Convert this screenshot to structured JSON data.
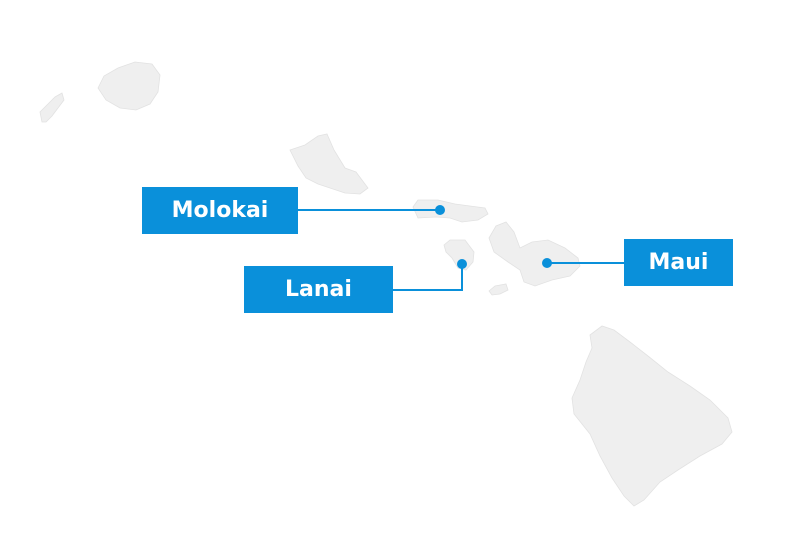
{
  "map": {
    "land_color": "#efefef",
    "accent_color": "#0a90da",
    "labels": [
      {
        "id": "molokai",
        "text": "Molokai"
      },
      {
        "id": "lanai",
        "text": "Lanai"
      },
      {
        "id": "maui",
        "text": "Maui"
      }
    ]
  }
}
